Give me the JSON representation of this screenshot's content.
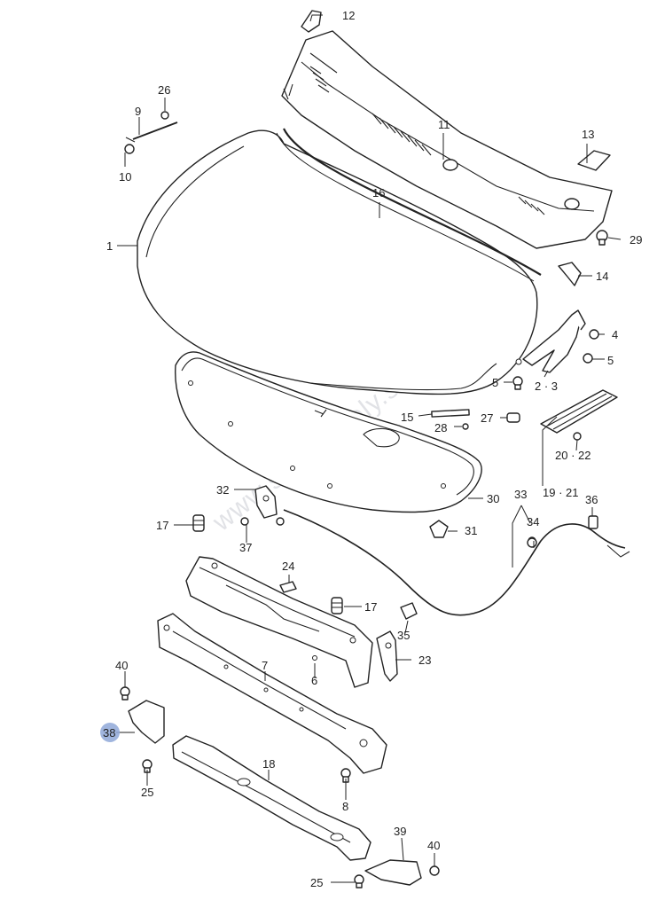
{
  "watermark": "www.suzukidiely.sk",
  "highlight_color": "#8fa8d8",
  "callouts": {
    "c1": "1",
    "c2_3": "2 · 3",
    "c4": "4",
    "c5a": "5",
    "c5b": "5",
    "c6": "6",
    "c7": "7",
    "c8": "8",
    "c9": "9",
    "c10": "10",
    "c11": "11",
    "c12": "12",
    "c13": "13",
    "c14": "14",
    "c15": "15",
    "c16": "16",
    "c17a": "17",
    "c17b": "17",
    "c18": "18",
    "c19_21": "19 · 21",
    "c20_22": "20 · 22",
    "c23": "23",
    "c24": "24",
    "c25a": "25",
    "c25b": "25",
    "c26": "26",
    "c27": "27",
    "c28": "28",
    "c29": "29",
    "c30": "30",
    "c31": "31",
    "c32": "32",
    "c33": "33",
    "c34": "34",
    "c35": "35",
    "c36": "36",
    "c37": "37",
    "c38": "38",
    "c39": "39",
    "c40a": "40",
    "c40b": "40"
  }
}
